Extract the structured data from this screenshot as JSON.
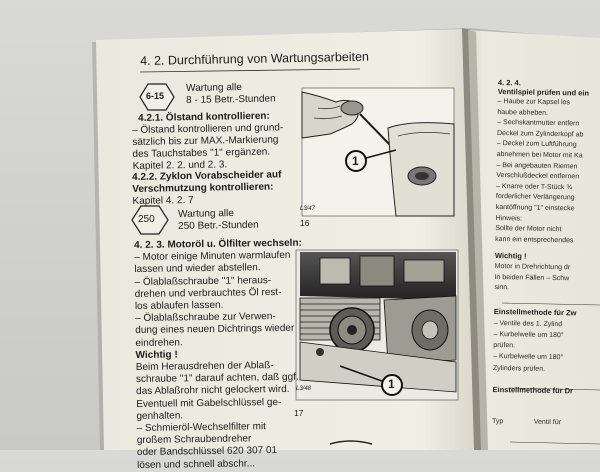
{
  "left_page": {
    "section_title": "4. 2.  Durchführung von Wartungsarbeiten",
    "badge_1": {
      "label": "6-15",
      "line1": "Wartung alle",
      "line2": "8 - 15 Betr.-Stunden"
    },
    "sub_421": {
      "heading": "4.2.1.  Ölstand kontrollieren:",
      "lines": [
        "– Ölstand kontrollieren und grund-",
        "sätzlich bis zur MAX.-Markierung",
        "des Tauchstabes \"1\" ergänzen.",
        "Kapitel 2. 2. und 2. 3."
      ]
    },
    "sub_422": {
      "heading1": "4.2.2.  Zyklon Vorabscheider auf",
      "heading2": "Verschmutzung kontrollieren:",
      "line": "Kapitel 4. 2. 7"
    },
    "badge_2": {
      "label": "250",
      "line1": "Wartung alle",
      "line2": "250 Betr.-Stunden"
    },
    "sub_423": {
      "heading": "4. 2. 3.  Motoröl u. Ölfilter wechseln:",
      "lines": [
        "– Motor einige Minuten warmlaufen",
        "lassen und wieder abstellen.",
        "– Ölablaßschraube   \"1\"   heraus-",
        "drehen und verbrauchtes Öl rest-",
        "los ablaufen lassen.",
        "– Ölablaßschraube zur Verwen-",
        "dung eines neuen Dichtrings wieder",
        "eindrehen."
      ],
      "wichtig": "Wichtig !",
      "wichtig_lines": [
        "Beim  Herausdrehen  der  Ablaß-",
        "schraube \"1\" darauf achten, daß ggf.",
        "das Ablaßrohr nicht gelockert wird.",
        "Eventuell mit Gabelschlüssel ge-",
        "genhalten.",
        "– Schmieröl-Wechselfilter mit",
        "großem Schraubendreher",
        "oder Bandschlüssel 620 307 01",
        "lösen und schnell abschr..."
      ]
    },
    "figure_16": {
      "number": "16",
      "code": "L3/47",
      "callout": "1"
    },
    "figure_17": {
      "number": "17",
      "code": "L3/48",
      "callout": "1"
    }
  },
  "right_page": {
    "heading": "4. 2. 4.",
    "subheading": "Ventilspiel prüfen und ein",
    "lines": [
      "– Haube zur Kapsel los",
      "haube abheben.",
      "– Sechskantmutter entfern",
      "Deckel zum Zylinderkopf ab",
      "– Deckel zum Luftführung",
      "abnehmen bei Motor mit Ka",
      "– Bei angebauten Riemen",
      "Verschlußdeckel entfernen",
      "– Knarre oder T-Stück ¾",
      "forderlicher Verlängerung",
      "kantöffnung \"1\" einstecke"
    ],
    "hinweis": "Hinweis:",
    "hinweis_lines": [
      "Sollte der Motor nicht",
      "kann ein entsprechendes"
    ],
    "wichtig": "Wichtig !",
    "wichtig_lines": [
      "Motor in Drehrichtung dr",
      "In beiden Fällen – Schw",
      "sinn."
    ],
    "einstell_1": "Einstellmethode für Zw",
    "einstell_lines": [
      "– Ventile des 1. Zylind",
      "– Kurbelwelle um 180°",
      "prüfen.",
      "– Kurbelwelle um 180°",
      "Zylinders prüfen."
    ],
    "einstell_2": "Einstellmethode für Dr",
    "table_col1": "Typ",
    "table_col2": "Ventil für"
  },
  "colors": {
    "paper": "#f2f0e6",
    "ink": "#1c1c1c",
    "background": "#d3d3d0"
  }
}
